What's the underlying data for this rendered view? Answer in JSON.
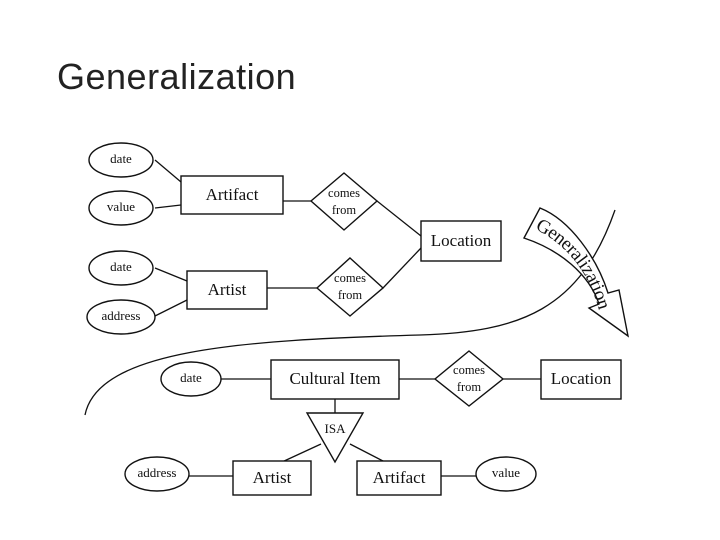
{
  "slide": {
    "title": "Generalization"
  },
  "diagram": {
    "top": {
      "artifact_entity": "Artifact",
      "artifact_attributes": [
        "date",
        "value"
      ],
      "artist_entity": "Artist",
      "artist_attributes": [
        "date",
        "address"
      ],
      "relationship_1": [
        "comes",
        "from"
      ],
      "relationship_2": [
        "comes",
        "from"
      ],
      "location_entity": "Location"
    },
    "arrow_label": "Generalization",
    "bottom": {
      "cultural_item_entity": "Cultural Item",
      "cultural_item_attribute": "date",
      "relationship": [
        "comes",
        "from"
      ],
      "location_entity": "Location",
      "isa_label": "ISA",
      "artist_entity": "Artist",
      "artist_attribute": "address",
      "artifact_entity": "Artifact",
      "artifact_attribute": "value"
    }
  }
}
